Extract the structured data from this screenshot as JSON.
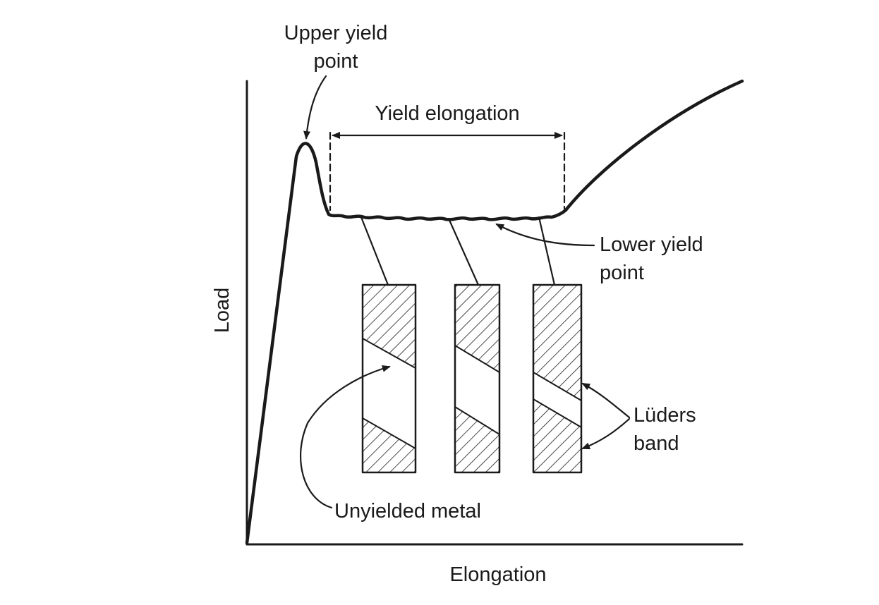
{
  "labels": {
    "upper_yield_line1": "Upper yield",
    "upper_yield_line2": "point",
    "yield_elongation": "Yield elongation",
    "lower_yield_line1": "Lower yield",
    "lower_yield_line2": "point",
    "luders_line1": "Lüders",
    "luders_line2": "band",
    "unyielded_metal": "Unyielded metal",
    "axis_y": "Load",
    "axis_x": "Elongation"
  },
  "colors": {
    "ink": "#1a1a1a",
    "background": "#ffffff"
  }
}
